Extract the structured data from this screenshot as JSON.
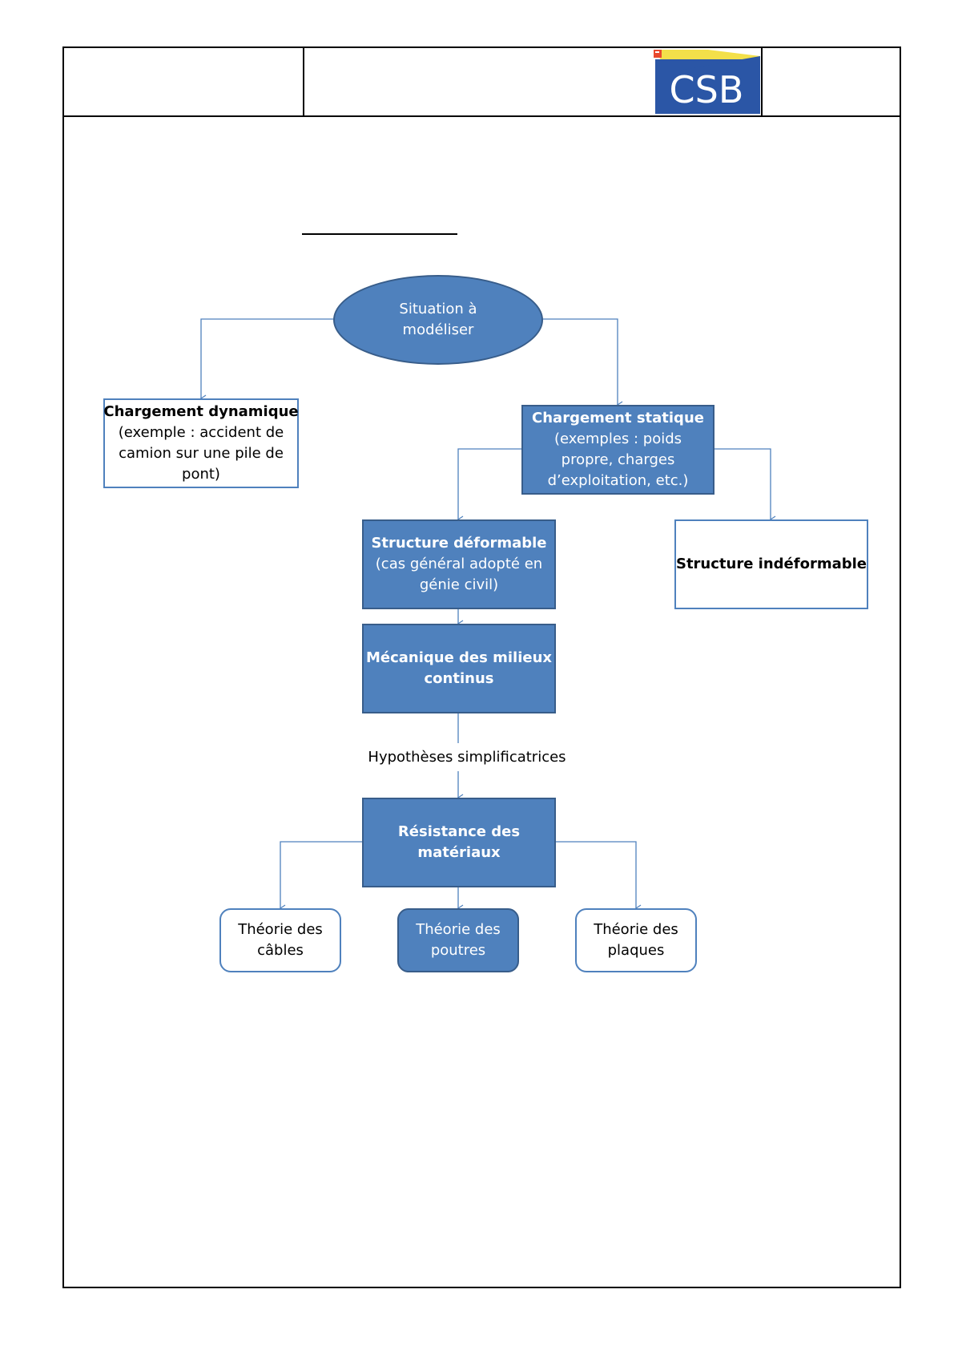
{
  "header": {
    "logo_text": "CSB"
  },
  "diagram": {
    "situation": [
      "Situation à",
      "modéliser"
    ],
    "dynamique": {
      "title": "Chargement dynamique",
      "lines": [
        "(exemple : accident de",
        "camion sur une pile de",
        "pont)"
      ]
    },
    "statique": {
      "title": "Chargement statique",
      "lines": [
        "(exemples : poids",
        "propre, charges",
        "d’exploitation, etc.)"
      ]
    },
    "deformable": {
      "title": "Structure déformable",
      "lines": [
        "(cas  général adopté en",
        "génie civil)"
      ]
    },
    "indeformable": "Structure indéformable",
    "mmc": [
      "Mécanique des milieux",
      "continus"
    ],
    "hypotheses": "Hypothèses simplificatrices",
    "rdm": [
      "Résistance des",
      "matériaux"
    ],
    "cables": [
      "Théorie des",
      "câbles"
    ],
    "poutres": [
      "Théorie des",
      "poutres"
    ],
    "plaques": [
      "Théorie des",
      "plaques"
    ]
  },
  "colors": {
    "fill": "#4f81bd",
    "fill_border": "#385d8a",
    "line": "#4f81bd",
    "logo_blue": "#2b56a6",
    "logo_yellow": "#f3e04a"
  }
}
